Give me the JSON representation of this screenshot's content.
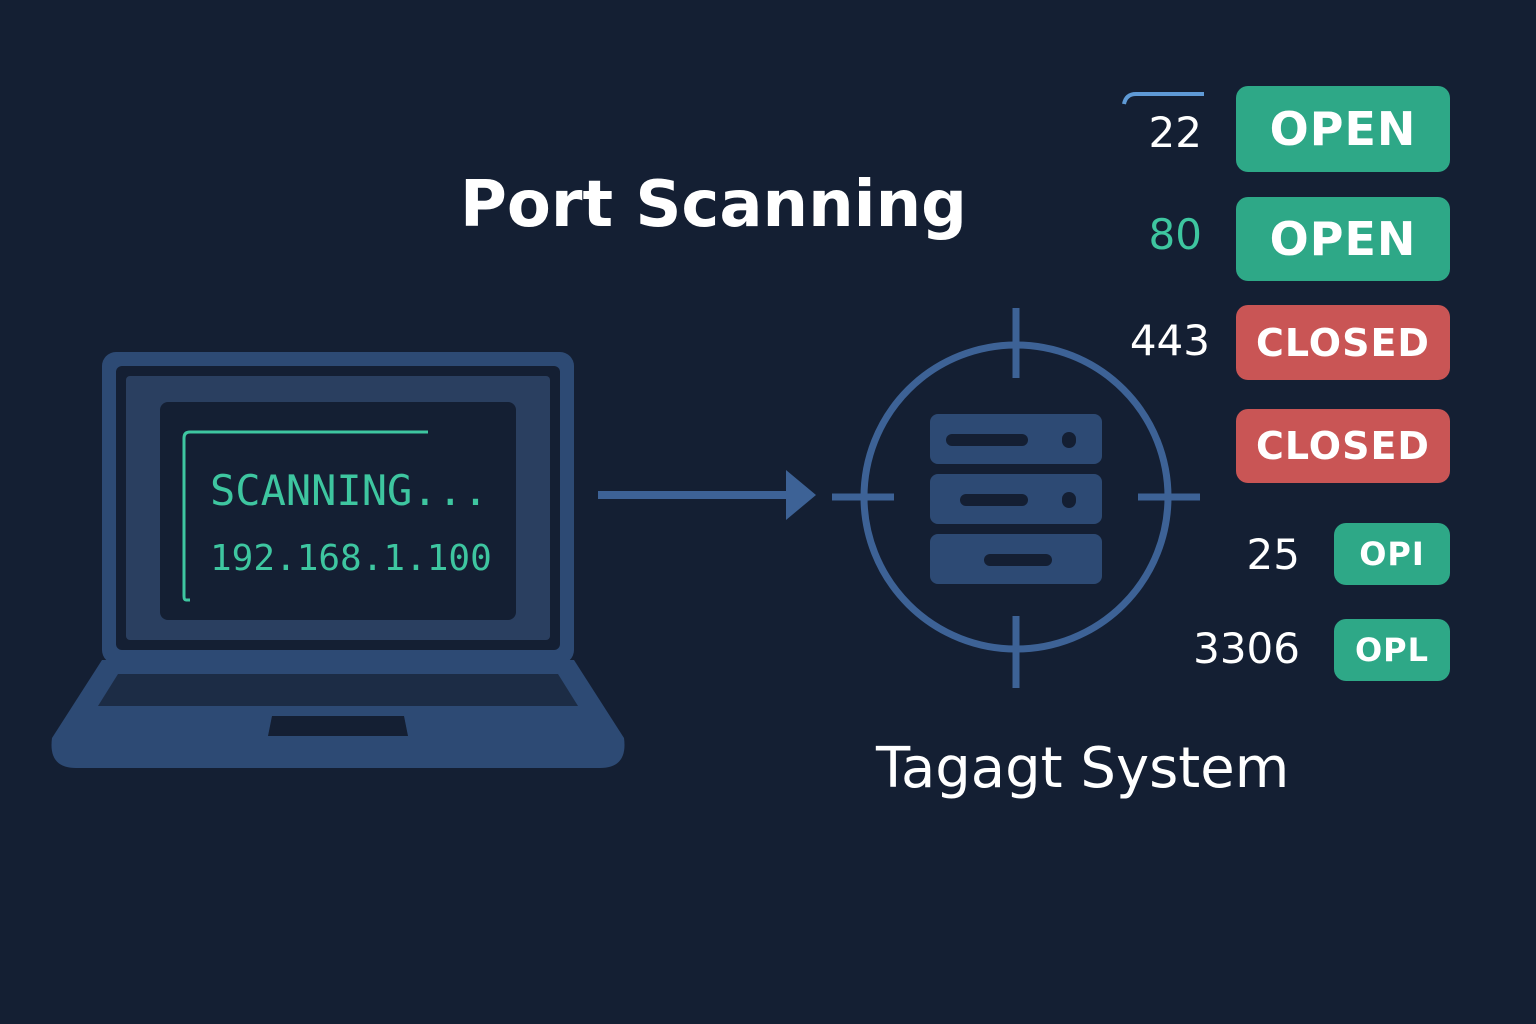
{
  "title": "Port Scanning",
  "target_label": "Tagagt System",
  "terminal": {
    "status": "SCANNING...",
    "ip": "192.168.1.100"
  },
  "ports": [
    {
      "port": "22",
      "status": "OPEN",
      "state": "open"
    },
    {
      "port": "80",
      "status": "OPEN",
      "state": "open"
    },
    {
      "port": "443",
      "status": "CLOSED",
      "state": "closed"
    },
    {
      "port": "",
      "status": "CLOSED",
      "state": "closed"
    },
    {
      "port": "25",
      "status": "OPI",
      "state": "open"
    },
    {
      "port": "3306",
      "status": "OPL",
      "state": "open"
    }
  ],
  "colors": {
    "background": "#141f33",
    "outline": "#3d6296",
    "terminal_text": "#3ec6a0",
    "open": "#2ea887",
    "closed": "#c95555"
  },
  "icons": [
    "laptop-icon",
    "arrow-right-icon",
    "crosshair-icon",
    "server-icon"
  ]
}
